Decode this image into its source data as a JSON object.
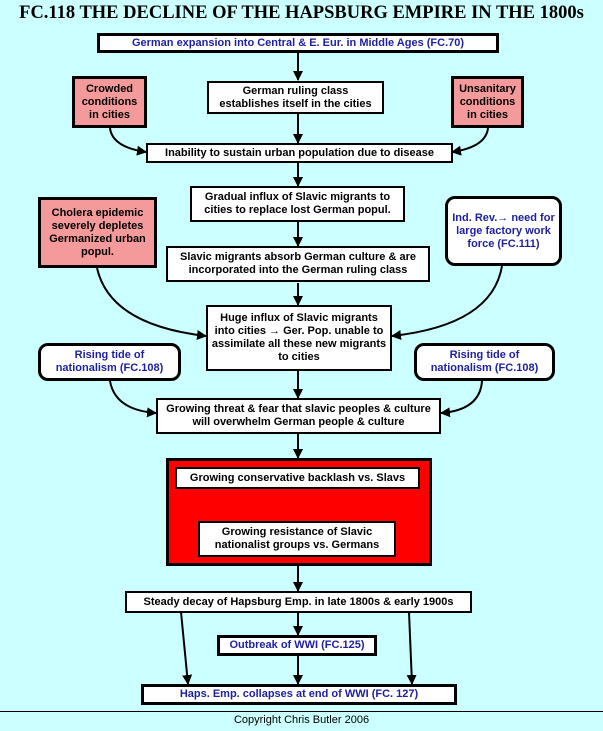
{
  "title": "FC.118 THE DECLINE OF THE HAPSBURG EMPIRE IN THE 1800s",
  "footer": "Copyright Chris Butler 2006",
  "boxes": {
    "german_expansion": "German expansion into Central & E. Eur. in Middle Ages (FC.70)",
    "ruling_class": "German ruling class establishes itself in the cities",
    "crowded": "Crowded conditions in cities",
    "unsanitary": "Unsanitary conditions in cities",
    "inability": "Inability to sustain urban population due to disease",
    "gradual_influx": "Gradual influx of Slavic migrants to cities to replace lost German popul.",
    "cholera": "Cholera epidemic severely depletes Germanized urban popul.",
    "ind_rev": "Ind. Rev.→ need for large factory work force (FC.111)",
    "absorb": "Slavic migrants absorb German culture & are incorporated into the German ruling class",
    "huge_influx": "Huge influx of Slavic migrants into cities → Ger. Pop. unable to assimilate all these new migrants to cities",
    "nationalism_left": "Rising tide of nationalism (FC.108)",
    "nationalism_right": "Rising tide of nationalism (FC.108)",
    "threat": "Growing threat & fear that slavic peoples & culture will overwhelm German people & culture",
    "backlash": "Growing conservative backlash vs. Slavs",
    "resistance": "Growing resistance of Slavic nationalist groups vs. Germans",
    "decay": "Steady decay of Hapsburg Emp. in late 1800s & early 1900s",
    "wwi": "Outbreak of WWI (FC.125)",
    "collapse": "Haps. Emp. collapses at end of WWI (FC. 127)"
  },
  "colors": {
    "background": "#ccffff",
    "reference_text": "#1f1fa0",
    "pink_box": "#f59a9a",
    "red_panel": "#ff0000"
  }
}
